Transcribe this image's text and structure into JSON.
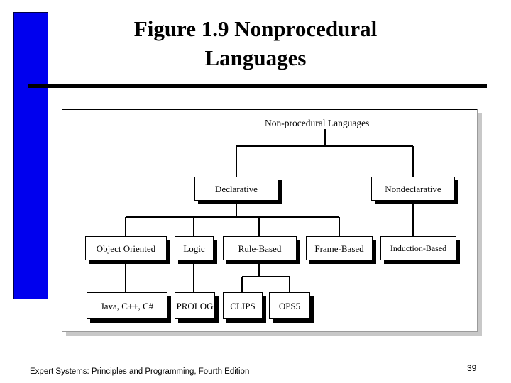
{
  "slide": {
    "title_line_1": "Figure 1.9 Nonprocedural",
    "title_line_2": "Languages",
    "accent_color": "#0000ee",
    "rule_color": "#000000",
    "background_color": "#ffffff"
  },
  "figure": {
    "root_label": "Non-procedural Languages",
    "level2": [
      {
        "label": "Declarative"
      },
      {
        "label": "Nondeclarative"
      }
    ],
    "level3": [
      {
        "label": "Object Oriented"
      },
      {
        "label": "Logic"
      },
      {
        "label": "Rule-Based"
      },
      {
        "label": "Frame-Based"
      },
      {
        "label": "Induction-Based"
      }
    ],
    "level4": [
      {
        "label": "Java, C++, C#"
      },
      {
        "label": "PROLOG"
      },
      {
        "label": "CLIPS"
      },
      {
        "label": "OPS5"
      }
    ]
  },
  "footer": {
    "source": "Expert Systems: Principles and Programming, Fourth Edition",
    "page_number": "39"
  }
}
